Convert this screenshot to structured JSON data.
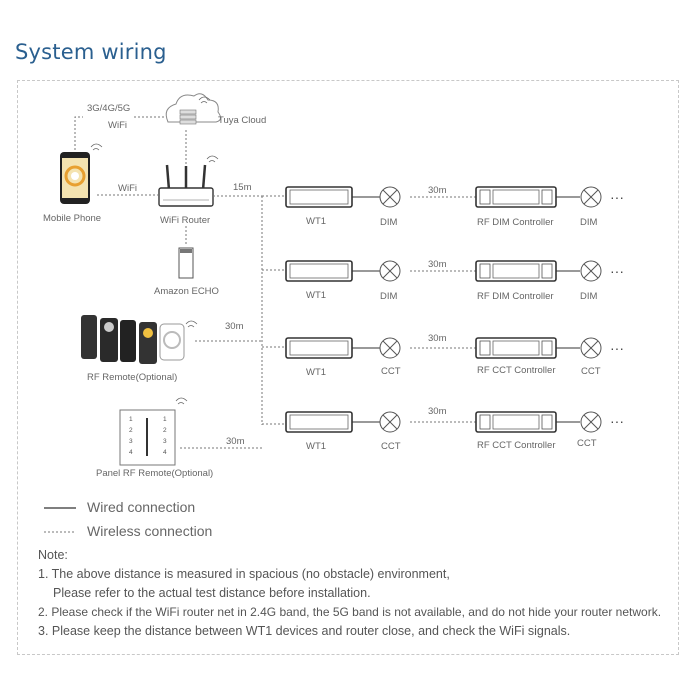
{
  "title": "System wiring",
  "nodes": {
    "phone_label": "Mobile Phone",
    "cloud_label": "Tuya Cloud",
    "router_label": "WiFi Router",
    "echo_label": "Amazon ECHO",
    "remote_label": "RF Remote(Optional)",
    "panel_label": "Panel RF Remote(Optional)",
    "net_label_1": "3G/4G/5G",
    "net_label_2": "WiFi",
    "wifi_link_label": "WiFi",
    "router_dist": "15m",
    "remote_dist": "30m",
    "panel_dist": "30m",
    "panel_keys": [
      "1",
      "2",
      "3",
      "4",
      "1",
      "2",
      "3",
      "4"
    ]
  },
  "rows": [
    {
      "device": "WT1",
      "lamp1": "DIM",
      "dist": "30m",
      "controller": "RF DIM Controller",
      "lamp2": "DIM",
      "more": "···"
    },
    {
      "device": "WT1",
      "lamp1": "DIM",
      "dist": "30m",
      "controller": "RF DIM Controller",
      "lamp2": "DIM",
      "more": "···"
    },
    {
      "device": "WT1",
      "lamp1": "CCT",
      "dist": "30m",
      "controller": "RF CCT Controller",
      "lamp2": "CCT",
      "more": "···"
    },
    {
      "device": "WT1",
      "lamp1": "CCT",
      "dist": "30m",
      "controller": "RF CCT Controller",
      "lamp2": "CCT",
      "more": "···"
    }
  ],
  "legend": {
    "wired": "Wired connection",
    "wireless": "Wireless connection"
  },
  "notes": {
    "heading": "Note:",
    "n1a": "1. The above distance is measured in spacious (no obstacle) environment,",
    "n1b": "Please refer to the actual test distance before installation.",
    "n2": "2. Please check if the WiFi router net in 2.4G band, the 5G band is not available, and do not hide your router network.",
    "n3": "3. Please keep the distance between WT1 devices and router close, and check the WiFi signals."
  },
  "colors": {
    "title": "#2a5f8f",
    "line": "#444444",
    "text": "#555555"
  }
}
